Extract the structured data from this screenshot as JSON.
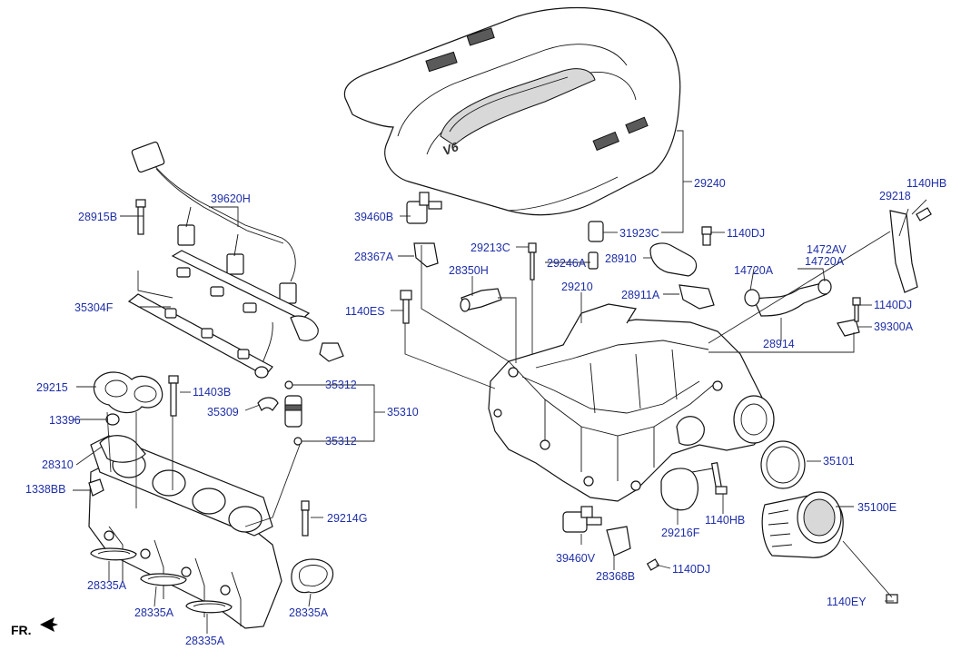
{
  "direction_marker": "FR.",
  "labels": {
    "l29240": "29240",
    "l1140HB_a": "1140HB",
    "l29218": "29218",
    "l39460B": "39460B",
    "l31923C": "31923C",
    "l1140DJ_a": "1140DJ",
    "l39620H": "39620H",
    "l28915B": "28915B",
    "l29213C": "29213C",
    "l28367A": "28367A",
    "l29246A": "29246A",
    "l28910": "28910",
    "l1472AV": "1472AV",
    "l14720A_a": "14720A",
    "l14720A_b": "14720A",
    "l28350H": "28350H",
    "l29210": "29210",
    "l28911A": "28911A",
    "l35304F": "35304F",
    "l1140ES": "1140ES",
    "l1140DJ_b": "1140DJ",
    "l39300A": "39300A",
    "l28914": "28914",
    "l29215": "29215",
    "l11403B": "11403B",
    "l35312_a": "35312",
    "l35309": "35309",
    "l35310": "35310",
    "l13396": "13396",
    "l35312_b": "35312",
    "l28310": "28310",
    "l35101": "35101",
    "l1338BB": "1338BB",
    "l35100E": "35100E",
    "l29214G": "29214G",
    "l29216F": "29216F",
    "l1140HB_b": "1140HB",
    "l39460V": "39460V",
    "l28335A_a": "28335A",
    "l28368B": "28368B",
    "l1140DJ_c": "1140DJ",
    "l28335A_b": "28335A",
    "l28335A_c": "28335A",
    "l28335A_d": "28335A",
    "l1140EY": "1140EY"
  },
  "cover_emblem": "V6",
  "icons": {
    "direction_arrow": "arrow-fr-icon"
  },
  "colors": {
    "label_text": "#1f2fa8",
    "line_art": "#111111",
    "background": "#ffffff"
  }
}
